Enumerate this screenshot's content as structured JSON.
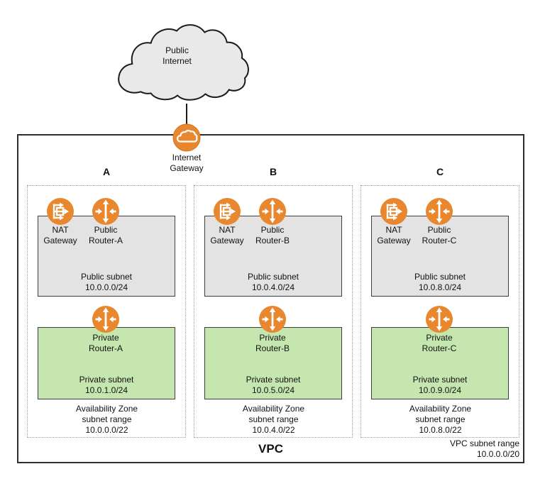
{
  "cloud": {
    "label": "Public\nInternet"
  },
  "internet_gateway": {
    "label": "Internet\nGateway"
  },
  "vpc": {
    "label": "VPC",
    "subnet_range": "VPC subnet range\n10.0.0.0/20"
  },
  "zones": [
    {
      "name": "A",
      "nat_gateway": "NAT\nGateway",
      "public_router": "Public\nRouter-A",
      "public_subnet": "Public subnet\n10.0.0.0/24",
      "private_router": "Private\nRouter-A",
      "private_subnet": "Private subnet\n10.0.1.0/24",
      "az_range": "Availability Zone\nsubnet range\n10.0.0.0/22"
    },
    {
      "name": "B",
      "nat_gateway": "NAT\nGateway",
      "public_router": "Public\nRouter-B",
      "public_subnet": "Public subnet\n10.0.4.0/24",
      "private_router": "Private\nRouter-B",
      "private_subnet": "Private subnet\n10.0.5.0/24",
      "az_range": "Availability Zone\nsubnet range\n10.0.4.0/22"
    },
    {
      "name": "C",
      "nat_gateway": "NAT\nGateway",
      "public_router": "Public\nRouter-C",
      "public_subnet": "Public subnet\n10.0.8.0/24",
      "private_router": "Private\nRouter-C",
      "private_subnet": "Private subnet\n10.0.9.0/24",
      "az_range": "Availability Zone\nsubnet range\n10.0.8.0/22"
    }
  ],
  "colors": {
    "icon_orange": "#E8872E",
    "public_subnet_fill": "#E3E3E3",
    "private_subnet_fill": "#C5E6AE",
    "cloud_fill": "#E9E9E9",
    "border_dark": "#2E2E2E"
  }
}
